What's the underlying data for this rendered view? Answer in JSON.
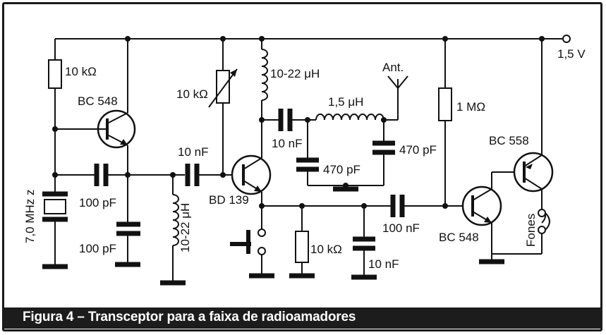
{
  "caption": "Figura 4 – Transceptor para a faixa de radioamadores",
  "labels": {
    "r_10k_top": "10 kΩ",
    "q_bc548_left": "BC 548",
    "pot_10k": "10 kΩ",
    "l_10_22_top": "10-22 μH",
    "ant": "Ant.",
    "l_1_5": "1,5 μH",
    "c_10nF_a": "10 nF",
    "c_470pF_right": "470 pF",
    "c_470pF_left": "470 pF",
    "r_1M": "1 MΩ",
    "q_bc558": "BC 558",
    "supply": "1,5 V",
    "crystal": "7,0 MHz z",
    "c_100pF_series": "100 pF",
    "c_100pF_shunt": "100 pF",
    "c_10nF_base": "10 nF",
    "l_10_22_bottom": "10-22 μH",
    "q_bd139": "BD 139",
    "r_10k_bottom": "10 kΩ",
    "c_10nF_bottom": "10 nF",
    "c_100nF": "100 nF",
    "q_bc548_right": "BC 548",
    "fones": "Fones"
  }
}
